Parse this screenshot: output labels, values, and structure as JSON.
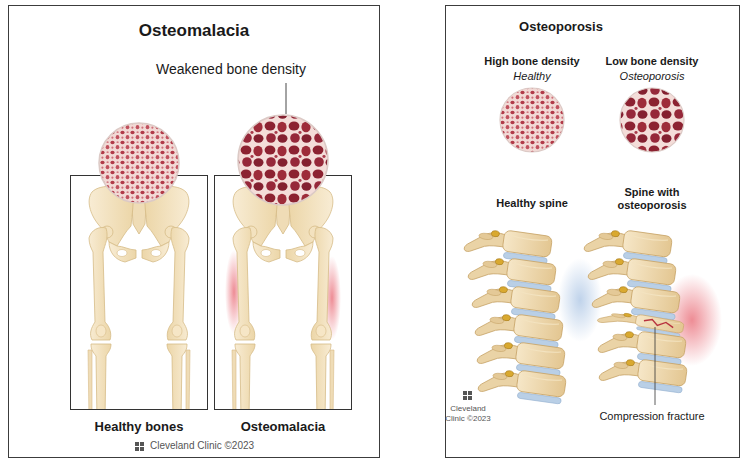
{
  "diagram": {
    "nodes": [
      {
        "text": [
          "Osteomalacia"
        ]
      },
      {
        "text": [
          "Healthy bones"
        ],
        "in": 0
      },
      {
        "text": [
          "Osteomalacia"
        ],
        "in": 0
      },
      {
        "text": [
          "Osteoporosis"
        ]
      }
    ],
    "labels": [
      "Weakened bone density",
      "Cleveland Clinic ©2023",
      "High bone density",
      "Healthy",
      "Low bone density",
      "Osteoporosis",
      "Healthy spine",
      "Spine with osteoporosis",
      "Cleveland Clinic ©2023",
      "Compression fracture"
    ]
  }
}
